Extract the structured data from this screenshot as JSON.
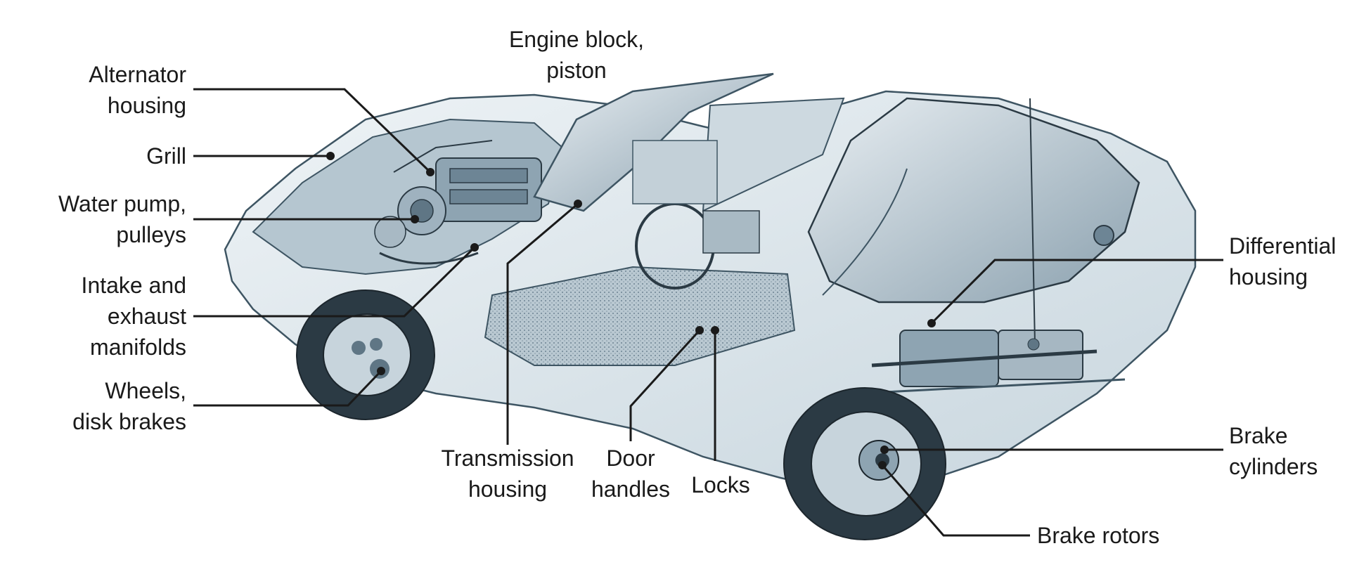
{
  "diagram": {
    "colors": {
      "ink": "#1a1a1a",
      "body_fill": "#dfe8ee",
      "body_line": "#3e5563",
      "shade": "#9fb2bf",
      "dark": "#2b3a44"
    },
    "labels": {
      "engine_block": [
        "Engine block,",
        "piston"
      ],
      "alternator": [
        "Alternator",
        "housing"
      ],
      "grill": [
        "Grill"
      ],
      "water_pump": [
        "Water pump,",
        "pulleys"
      ],
      "intake_exhaust": [
        "Intake and",
        "exhaust",
        "manifolds"
      ],
      "wheels": [
        "Wheels,",
        "disk brakes"
      ],
      "transmission": [
        "Transmission",
        "housing"
      ],
      "door_handles": [
        "Door",
        "handles"
      ],
      "locks": [
        "Locks"
      ],
      "differential": [
        "Differential",
        "housing"
      ],
      "brake_cylinders": [
        "Brake",
        "cylinders"
      ],
      "brake_rotors": [
        "Brake rotors"
      ]
    }
  }
}
